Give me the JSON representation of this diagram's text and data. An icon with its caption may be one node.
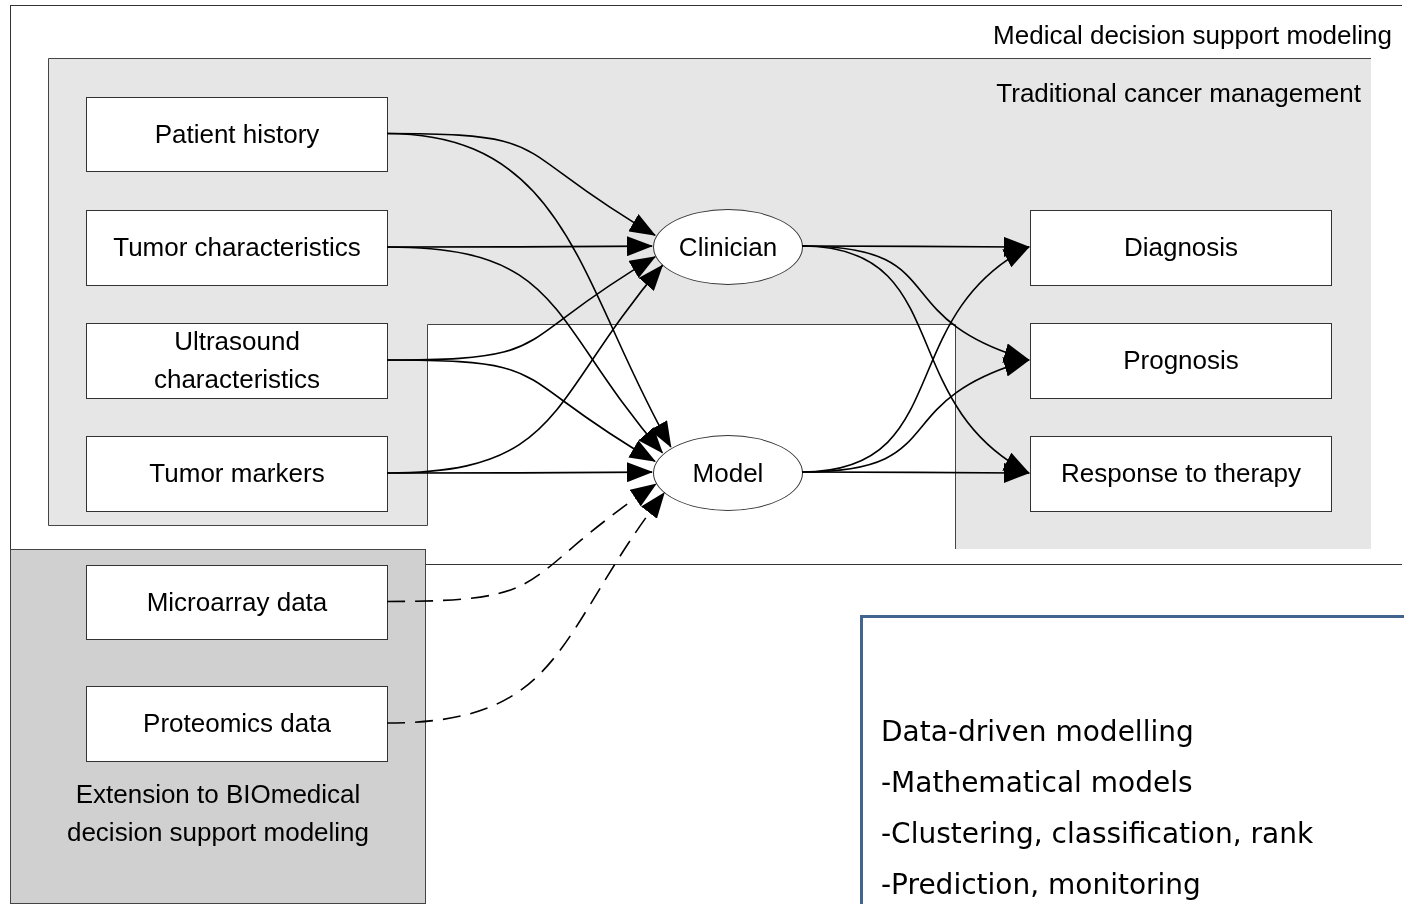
{
  "diagram": {
    "nodes": [
      {
        "text": [
          "Medical decision support modeling"
        ]
      },
      {
        "text": [
          "Traditional cancer management"
        ],
        "in": 0
      },
      {
        "text": [
          "Patient history"
        ],
        "in": 1
      },
      {
        "text": [
          "Tumor characteristics"
        ],
        "in": 1
      },
      {
        "text": [
          "Ultrasound characteristics"
        ],
        "in": 1
      },
      {
        "text": [
          "Tumor markers"
        ],
        "in": 1
      },
      {
        "text": [
          "Clinician"
        ],
        "in": 1
      },
      {
        "text": [
          "Model"
        ],
        "in": 0
      },
      {
        "text": [
          "Diagnosis"
        ],
        "in": 1
      },
      {
        "text": [
          "Prognosis"
        ],
        "in": 1
      },
      {
        "text": [
          "Response to therapy"
        ],
        "in": 1
      },
      {
        "text": [
          "Extension to BIOmedical decision support modeling"
        ]
      },
      {
        "text": [
          "Microarray data"
        ],
        "in": 11
      },
      {
        "text": [
          "Proteomics data"
        ],
        "in": 11
      },
      {
        "text": [
          "Data-driven modelling",
          "-Mathematical models",
          "-Clustering, classification, rank",
          "-Prediction, monitoring"
        ]
      }
    ],
    "edges": [
      {
        "from": 2,
        "to": 6,
        "arrow": "to"
      },
      {
        "from": 2,
        "to": 7,
        "arrow": "to"
      },
      {
        "from": 3,
        "to": 6,
        "arrow": "to"
      },
      {
        "from": 3,
        "to": 7,
        "arrow": "to"
      },
      {
        "from": 4,
        "to": 6,
        "arrow": "to"
      },
      {
        "from": 4,
        "to": 7,
        "arrow": "to"
      },
      {
        "from": 5,
        "to": 6,
        "arrow": "to"
      },
      {
        "from": 5,
        "to": 7,
        "arrow": "to"
      },
      {
        "from": 6,
        "to": 8,
        "arrow": "to"
      },
      {
        "from": 6,
        "to": 9,
        "arrow": "to"
      },
      {
        "from": 6,
        "to": 10,
        "arrow": "to"
      },
      {
        "from": 7,
        "to": 8,
        "arrow": "to"
      },
      {
        "from": 7,
        "to": 9,
        "arrow": "to"
      },
      {
        "from": 7,
        "to": 10,
        "arrow": "to"
      },
      {
        "from": 12,
        "to": 7,
        "arrow": "to",
        "style": "dashed"
      },
      {
        "from": 13,
        "to": 7,
        "arrow": "to",
        "style": "dashed"
      }
    ]
  }
}
